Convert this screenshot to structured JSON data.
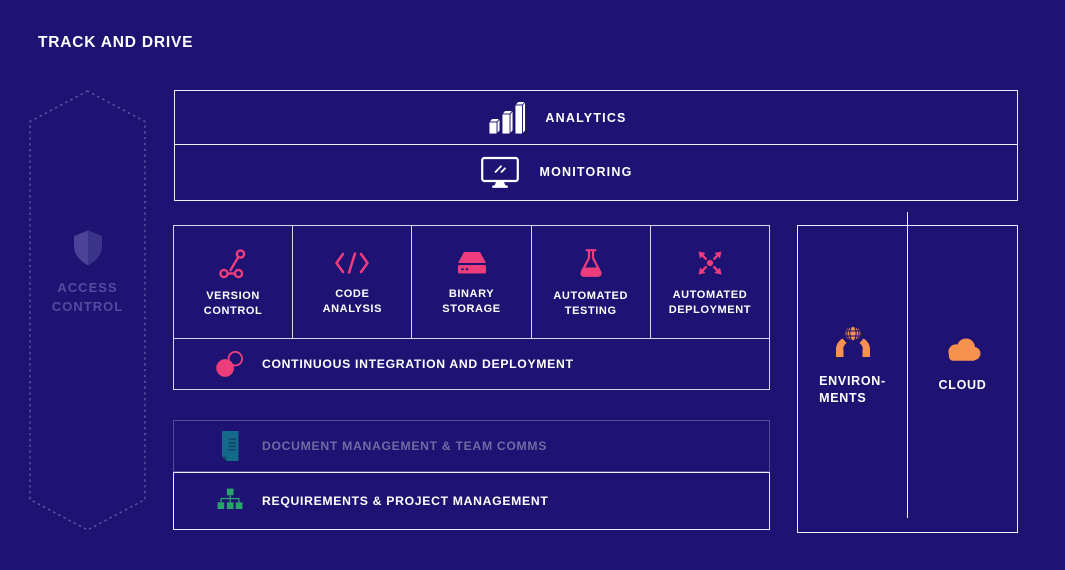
{
  "title": "TRACK AND DRIVE",
  "colors": {
    "background": "#1e1273",
    "border_bright": "#f0eef9",
    "border_cells": "#d9d5ec",
    "border_muted": "#554b99",
    "accent_pink": "#ee3d7d",
    "accent_orange": "#f7914f",
    "accent_green": "#29a36c",
    "accent_teal": "#15698b",
    "muted_text": "#716aa4",
    "access_text": "#544b9f",
    "label_text": "#ffffff"
  },
  "access_control": {
    "label": "ACCESS\nCONTROL",
    "icon": "shield-icon"
  },
  "top_group": {
    "rows": [
      {
        "label": "ANALYTICS",
        "icon": "bar-chart-icon"
      },
      {
        "label": "MONITORING",
        "icon": "monitor-icon"
      }
    ]
  },
  "toolchain": {
    "cells": [
      {
        "lines": [
          "VERSION",
          "CONTROL"
        ],
        "icon": "git-branch-icon"
      },
      {
        "lines": [
          "CODE",
          "ANALYSIS"
        ],
        "icon": "code-icon"
      },
      {
        "lines": [
          "BINARY",
          "STORAGE"
        ],
        "icon": "hard-drive-icon"
      },
      {
        "lines": [
          "AUTOMATED",
          "TESTING"
        ],
        "icon": "flask-icon"
      },
      {
        "lines": [
          "AUTOMATED",
          "DEPLOYMENT"
        ],
        "icon": "arrows-out-icon"
      }
    ],
    "cicd": {
      "label": "CONTINUOUS INTEGRATION AND DEPLOYMENT",
      "icon": "overlapping-circles-icon"
    }
  },
  "rows": [
    {
      "label": "DOCUMENT MANAGEMENT & TEAM COMMS",
      "icon": "document-icon",
      "state": "muted"
    },
    {
      "label": "REQUIREMENTS & PROJECT MANAGEMENT",
      "icon": "sitemap-icon",
      "state": "normal"
    }
  ],
  "right_group": {
    "columns": [
      {
        "lines": [
          "ENVIRON-",
          "MENTS"
        ],
        "icon": "hands-globe-icon"
      },
      {
        "lines": [
          "CLOUD"
        ],
        "icon": "cloud-icon"
      }
    ]
  }
}
